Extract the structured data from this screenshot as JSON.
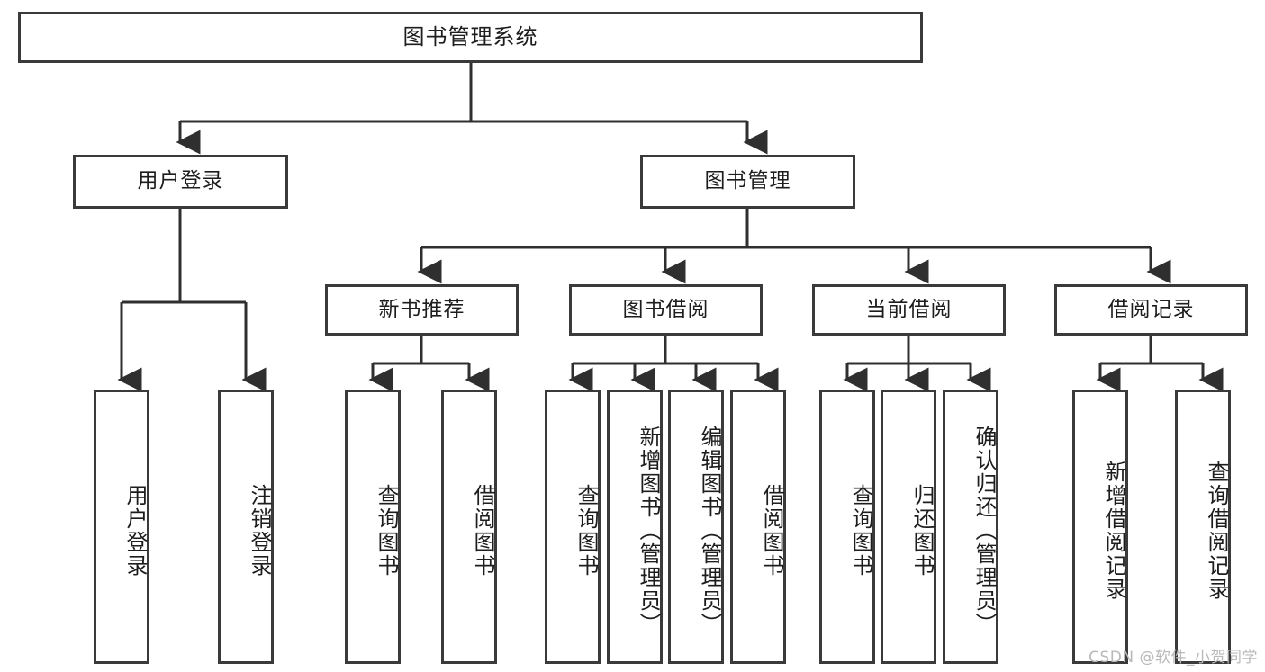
{
  "diagram": {
    "title": "图书管理系统",
    "type": "tree",
    "orientation": "top-down",
    "colors": {
      "box_border": "#3a3a3a",
      "box_fill": "#ffffff",
      "edge": "#2f2f2f",
      "text": "#1d1d1d",
      "background": "#ffffff",
      "watermark": "#b9b9b9"
    },
    "root": {
      "label": "图书管理系统"
    },
    "level2": [
      {
        "label": "用户登录"
      },
      {
        "label": "图书管理"
      }
    ],
    "level3": [
      {
        "label": "新书推荐"
      },
      {
        "label": "图书借阅"
      },
      {
        "label": "当前借阅"
      },
      {
        "label": "借阅记录"
      }
    ],
    "leaves": {
      "user_login": [
        {
          "label": "用户登录"
        },
        {
          "label": "注销登录"
        }
      ],
      "new_book_recommend": [
        {
          "label": "查询图书"
        },
        {
          "label": "借阅图书"
        }
      ],
      "book_borrow": [
        {
          "label": "查询图书"
        },
        {
          "label": "新增图书（管理员）"
        },
        {
          "label": "编辑图书（管理员）"
        },
        {
          "label": "借阅图书"
        }
      ],
      "current_borrow": [
        {
          "label": "查询图书"
        },
        {
          "label": "归还图书"
        },
        {
          "label": "确认归还（管理员）"
        }
      ],
      "borrow_record": [
        {
          "label": "新增借阅记录"
        },
        {
          "label": "查询借阅记录"
        }
      ]
    }
  },
  "watermark": {
    "text": "CSDN @软件_小贺同学"
  }
}
